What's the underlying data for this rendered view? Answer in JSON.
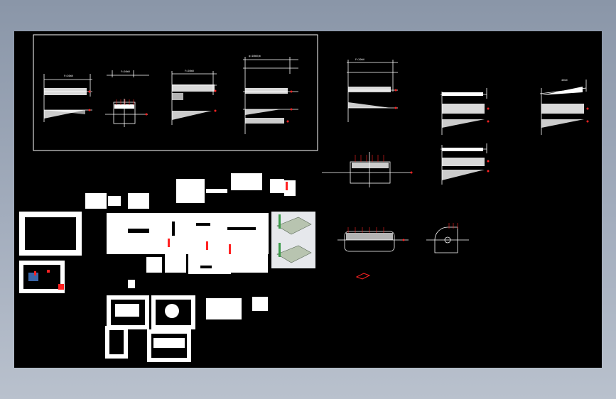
{
  "app": {
    "background_colors": {
      "outer": "#9aa5b5",
      "drawing_area": "#000000",
      "lines": "#ffffff",
      "accent": "#ff2020",
      "hatch": "#ffffff",
      "preview": "#3a66a8"
    }
  },
  "drawing": {
    "labels": {
      "a": "F=20kN",
      "b": "F=20kN",
      "c": "F=20kN",
      "d": "q=10kN/m",
      "e": "F=20kN",
      "f": "45kN"
    }
  }
}
